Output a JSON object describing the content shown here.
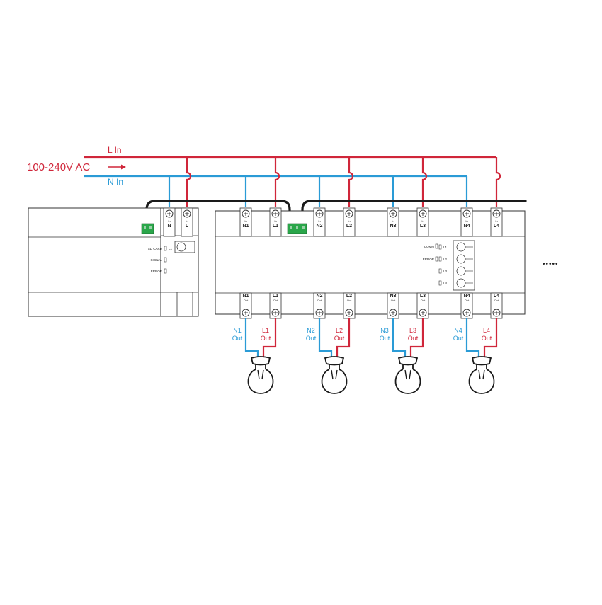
{
  "supply": {
    "voltage_label": "100-240V AC",
    "line_label": "L In",
    "neutral_label": "N In",
    "line_color": "#d0263a",
    "neutral_color": "#2a9bd6"
  },
  "power_module": {
    "terminals": [
      {
        "sub": "In",
        "main": "N"
      },
      {
        "sub": "In",
        "main": "L"
      }
    ],
    "leds": [
      "SD CARD",
      "SIGNAL",
      "ERROR"
    ],
    "button_label": "L1"
  },
  "relay_module": {
    "input_terminals": [
      {
        "sub": "In",
        "main": "N1"
      },
      {
        "sub": "In",
        "main": "L1"
      },
      {
        "sub": "In",
        "main": "N2"
      },
      {
        "sub": "In",
        "main": "L2"
      },
      {
        "sub": "In",
        "main": "N3"
      },
      {
        "sub": "In",
        "main": "L3"
      },
      {
        "sub": "In",
        "main": "N4"
      },
      {
        "sub": "In",
        "main": "L4"
      }
    ],
    "output_terminals": [
      {
        "main": "N1",
        "sub": "Out"
      },
      {
        "main": "L1",
        "sub": "Out"
      },
      {
        "main": "N2",
        "sub": "Out"
      },
      {
        "main": "L2",
        "sub": "Out"
      },
      {
        "main": "N3",
        "sub": "Out"
      },
      {
        "main": "L3",
        "sub": "Out"
      },
      {
        "main": "N4",
        "sub": "Out"
      },
      {
        "main": "L4",
        "sub": "Out"
      }
    ],
    "leds": [
      "COMM",
      "ERROR"
    ],
    "channel_buttons": [
      "L1",
      "L2",
      "L3",
      "L4"
    ]
  },
  "outputs": [
    {
      "n": "N1",
      "l": "L1",
      "out": "Out"
    },
    {
      "n": "N2",
      "l": "L2",
      "out": "Out"
    },
    {
      "n": "N3",
      "l": "L3",
      "out": "Out"
    },
    {
      "n": "N4",
      "l": "L4",
      "out": "Out"
    }
  ],
  "continuation": "•••••"
}
